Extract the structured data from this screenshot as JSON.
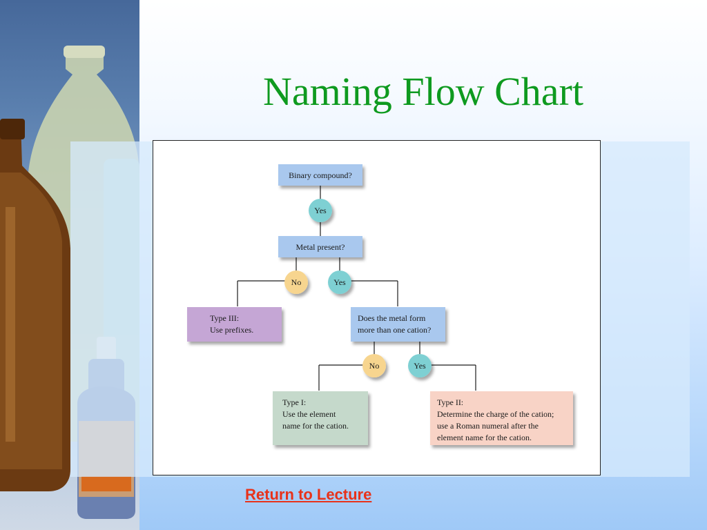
{
  "title": "Naming Flow Chart",
  "link_label": "Return to Lecture",
  "colors": {
    "title": "#0e9a1f",
    "link": "#e8321a",
    "question_box": "#a9c8ee",
    "type3_box": "#c5a6d5",
    "type1_box": "#c5d9cb",
    "type2_box": "#f8d3c6",
    "yes_circle": "#7ed0d3",
    "no_circle": "#f7d58f"
  },
  "flowchart": {
    "q1": "Binary compound?",
    "q1_yes": "Yes",
    "q2": "Metal present?",
    "q2_no": "No",
    "q2_yes": "Yes",
    "type3_line1": "Type III:",
    "type3_line2": "Use prefixes.",
    "q3_line1": "Does the metal form",
    "q3_line2": "more than one cation?",
    "q3_no": "No",
    "q3_yes": "Yes",
    "type1_line1": "Type I:",
    "type1_line2": "Use the element",
    "type1_line3": "name for the cation.",
    "type2_line1": "Type II:",
    "type2_line2": "Determine the charge of the cation;",
    "type2_line3": "use a Roman numeral after the",
    "type2_line4": "element name for the cation."
  }
}
